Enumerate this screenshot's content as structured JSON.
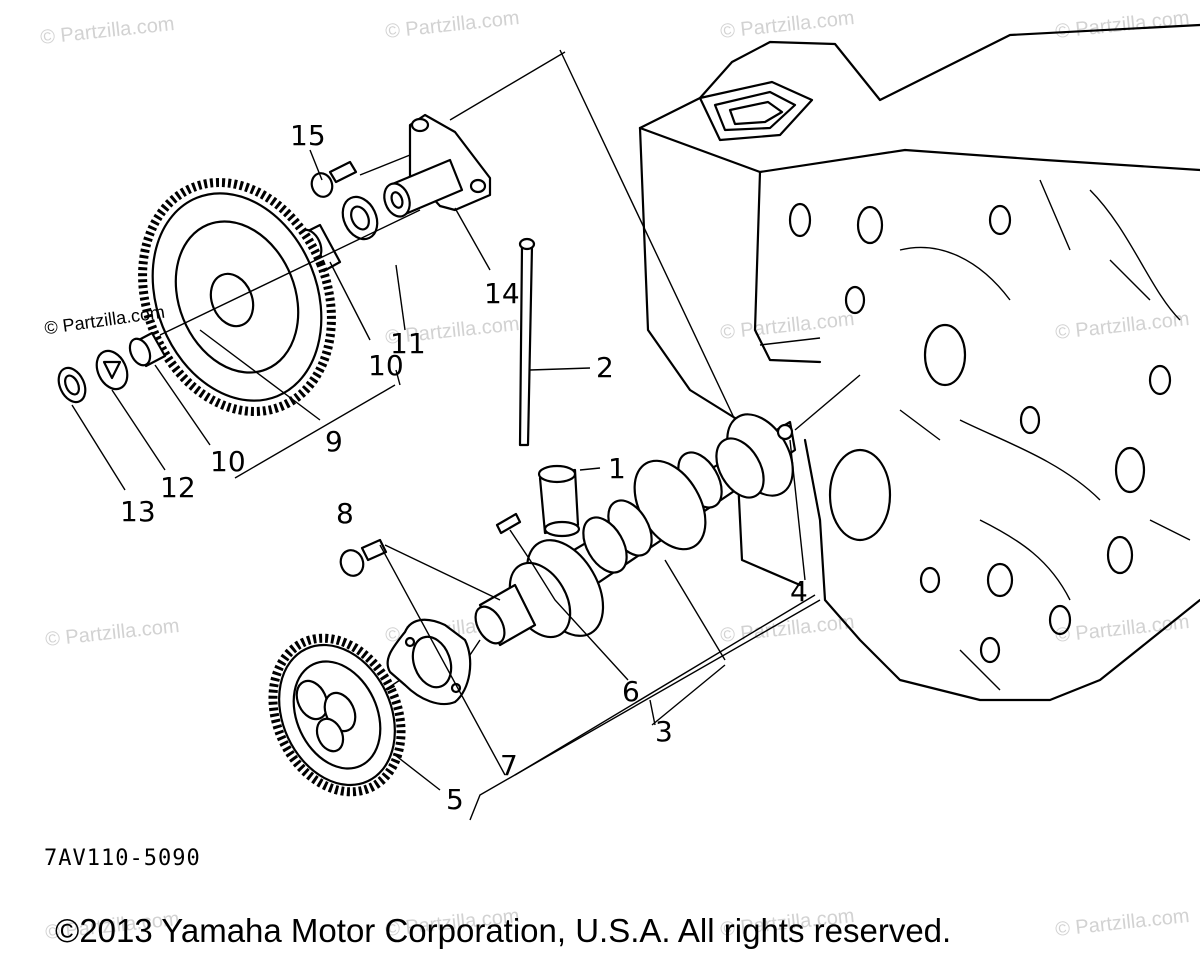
{
  "watermark": {
    "text": "© Partzilla.com",
    "highlighted_text": "© Partzilla.com"
  },
  "callouts": {
    "part_1": "1",
    "part_2": "2",
    "part_3": "3",
    "part_4": "4",
    "part_5": "5",
    "part_6": "6",
    "part_7": "7",
    "part_8": "8",
    "part_9": "9",
    "part_10_upper": "10",
    "part_10_lower": "10",
    "part_11": "11",
    "part_12": "12",
    "part_13": "13",
    "part_14": "14",
    "part_15": "15"
  },
  "diagram_code": "7AV110-5090",
  "copyright": "©2013 Yamaha Motor Corporation, U.S.A. All rights reserved."
}
